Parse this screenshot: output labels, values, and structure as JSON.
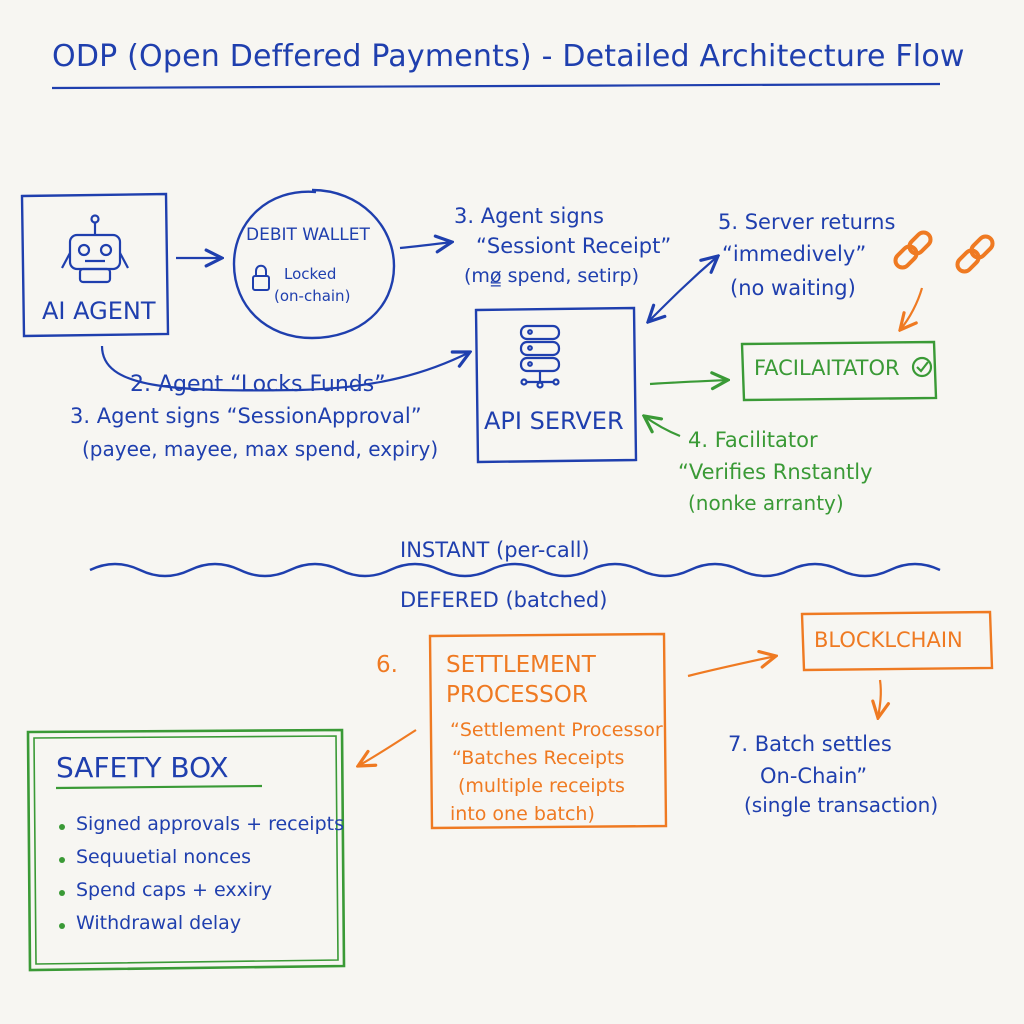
{
  "title": "ODP (Open Deffered Payments) - Detailed Architecture Flow",
  "ai_agent": {
    "label": "AI AGENT"
  },
  "debit_wallet": {
    "label": "DEBIT WALLET",
    "sub1": "Locked",
    "sub2": "(on-chain)"
  },
  "step3_receipt": {
    "line1": "3. Agent signs",
    "line2": "“Sessiont Receipt”",
    "line3": "(mø̳ spend, setirp)"
  },
  "step5": {
    "line1": "5. Server returns",
    "line2": "“immedively”",
    "line3": "(no waiting)"
  },
  "facilitator": {
    "label": "FACILAITATOR"
  },
  "api_server": {
    "label": "API SERVER"
  },
  "step2": {
    "text": "2. Agent “Locks Funds”"
  },
  "step3_approval": {
    "line1": "3. Agent signs  “SessionApproval”",
    "line2": "(payee, mayee, max spend, expiry)"
  },
  "step4": {
    "line1": "4. Facilitator",
    "line2": "“Verifies Rnstantly",
    "line3": "(nonke arranty)"
  },
  "divider": {
    "instant": "INSTANT (per-call)",
    "deferred": "DEFERED (batched)"
  },
  "settlement": {
    "num": "6.",
    "title1": "SETTLEMENT",
    "title2": "PROCESSOR",
    "line1": "“Settlement Processor",
    "line2": "“Batches Receipts",
    "line3": "(multiple receipts",
    "line4": "into one batch)"
  },
  "blockchain": {
    "label": "BLOCKLCHAIN"
  },
  "step7": {
    "line1": "7. Batch settles",
    "line2": "On-Chain”",
    "line3": "(single transaction)"
  },
  "safety_box": {
    "title": "SAFETY BOX",
    "items": [
      "Signed approvals + receipts",
      "Sequuetial nonces",
      "Spend caps + exxiry",
      "Withdrawal delay"
    ]
  },
  "colors": {
    "blue": "#1f3fae",
    "green": "#3a9a36",
    "orange": "#ef7a22",
    "paper": "#f7f6f2"
  },
  "icons": [
    "robot-icon",
    "lock-icon",
    "server-icon",
    "chain-link-icon",
    "checkmark-icon"
  ]
}
